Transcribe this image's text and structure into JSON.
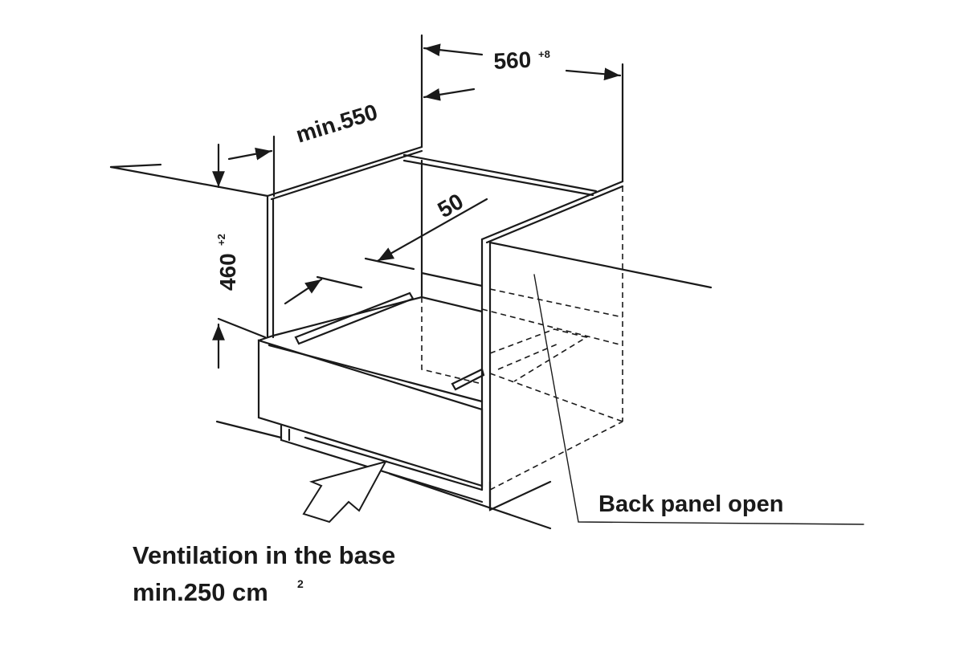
{
  "dimensions": {
    "width": "560",
    "width_tol": "+8",
    "depth": "min.550",
    "height": "460",
    "height_tol": "+2",
    "offset": "50"
  },
  "labels": {
    "back_panel": "Back panel open",
    "ventilation_line1": "Ventilation in the base",
    "ventilation_line2": "min.250 cm",
    "ventilation_sup": "2"
  }
}
